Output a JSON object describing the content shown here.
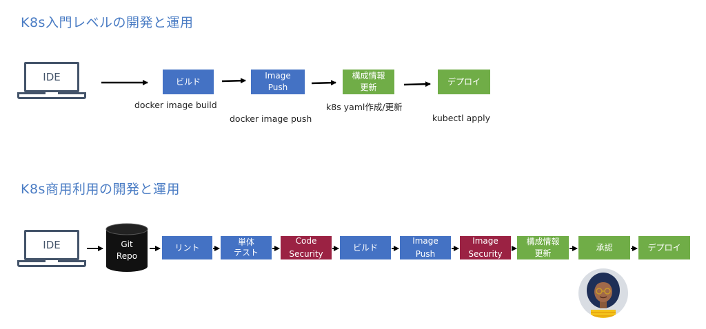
{
  "section1": {
    "title": "K8s入門レベルの開発と運用",
    "ide_label": "IDE",
    "steps": [
      {
        "label": "ビルド",
        "color": "blue"
      },
      {
        "label": "Image\nPush",
        "color": "blue"
      },
      {
        "label": "構成情報\n更新",
        "color": "green"
      },
      {
        "label": "デプロイ",
        "color": "green"
      }
    ],
    "captions": [
      "docker image build",
      "docker image push",
      "k8s yaml作成/更新",
      "kubectl apply"
    ]
  },
  "section2": {
    "title": "K8s商用利用の開発と運用",
    "ide_label": "IDE",
    "repo_label": "Git\nRepo",
    "steps": [
      {
        "label": "リント",
        "color": "blue"
      },
      {
        "label": "単体\nテスト",
        "color": "blue"
      },
      {
        "label": "Code\nSecurity",
        "color": "red"
      },
      {
        "label": "ビルド",
        "color": "blue"
      },
      {
        "label": "Image\nPush",
        "color": "blue"
      },
      {
        "label": "Image\nSecurity",
        "color": "red"
      },
      {
        "label": "構成情報\n更新",
        "color": "green"
      },
      {
        "label": "承認",
        "color": "green"
      },
      {
        "label": "デプロイ",
        "color": "green"
      }
    ],
    "approver_icon": "person-avatar-icon"
  },
  "colors": {
    "title": "#4a7cc4",
    "blue": "#4472c4",
    "green": "#70ad47",
    "red": "#9b2243",
    "laptop": "#44546a"
  }
}
